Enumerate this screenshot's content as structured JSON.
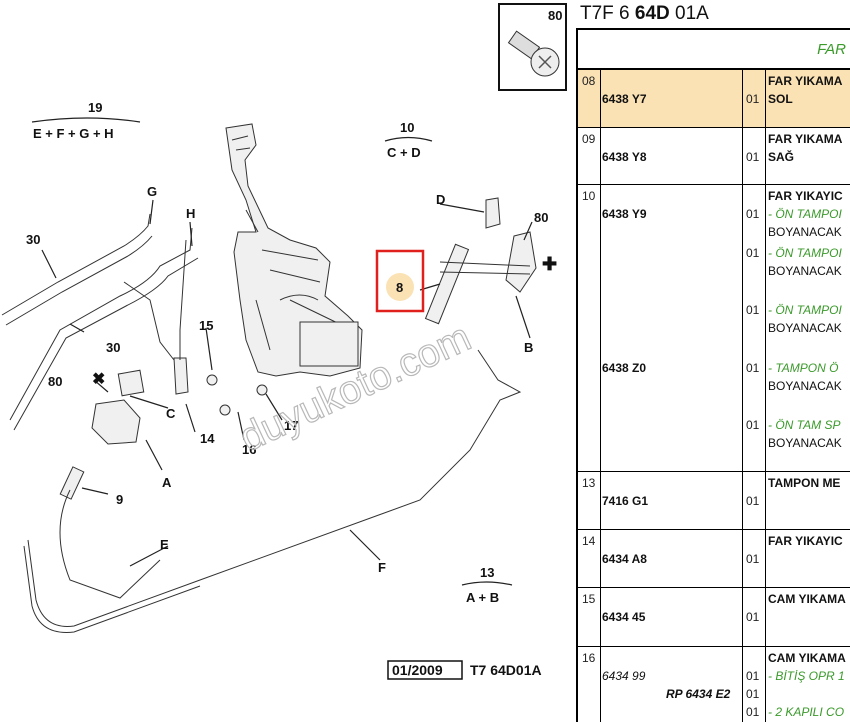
{
  "diagram": {
    "callouts": {
      "c19": "19",
      "c19_sub": "E + F + G + H",
      "c10": "10",
      "c10_sub": "C + D",
      "c13": "13",
      "c13_sub": "A + B",
      "c30a": "30",
      "c30b": "30",
      "cG": "G",
      "cH": "H",
      "cD": "D",
      "c80a": "80",
      "c80b": "80",
      "c80c": "80",
      "cB": "B",
      "cC": "C",
      "cA": "A",
      "cE": "E",
      "cF": "F",
      "c15": "15",
      "c14": "14",
      "c16": "16",
      "c17": "17",
      "c9": "9",
      "c8": "8"
    },
    "footer_date": "01/2009",
    "footer_code": "T7 64D01A",
    "watermark": "duyukoto.com"
  },
  "header": {
    "code_prefix": "T7F 6 ",
    "code_bold": "64D",
    "code_suffix": " 01A",
    "green_title": "FAR",
    "screw_number": "80"
  },
  "rows": [
    {
      "idx": "08",
      "ref": "6438 Y7",
      "qty": "01",
      "desc1": "FAR YIKAMA",
      "desc2": "SOL"
    },
    {
      "idx": "09",
      "ref": "6438 Y8",
      "qty": "01",
      "desc1": "FAR YIKAMA",
      "desc2": "SAĞ"
    },
    {
      "idx": "10",
      "ref1": "6438 Y9",
      "ref2": "6438 Z0",
      "desc": "FAR YIKAYIC",
      "subs": [
        {
          "qty": "01",
          "g": "- ÖN TAMPOI",
          "b": "BOYANACAK"
        },
        {
          "qty": "01",
          "g": "- ÖN TAMPOI",
          "b": "BOYANACAK"
        },
        {
          "qty": "01",
          "g": "- ÖN TAMPOI",
          "b": "BOYANACAK"
        },
        {
          "qty": "01",
          "g": "- TAMPON Ö",
          "b": "BOYANACAK"
        },
        {
          "qty": "01",
          "g": "- ÖN TAM SP",
          "b": "BOYANACAK"
        }
      ]
    },
    {
      "idx": "13",
      "ref": "7416 G1",
      "qty": "01",
      "desc1": "TAMPON ME"
    },
    {
      "idx": "14",
      "ref": "6434 A8",
      "qty": "01",
      "desc1": "FAR YIKAYIC"
    },
    {
      "idx": "15",
      "ref": "6434 45",
      "qty": "01",
      "desc1": "CAM YIKAMA"
    },
    {
      "idx": "16",
      "ref": "6434 99",
      "note": "RP 6434 E2",
      "q1": "01",
      "q2": "01",
      "q3": "01",
      "desc1": "CAM YIKAMA",
      "g1": "- BİTİŞ OPR 1",
      "g2": "- 2 KAPILI CO"
    }
  ]
}
